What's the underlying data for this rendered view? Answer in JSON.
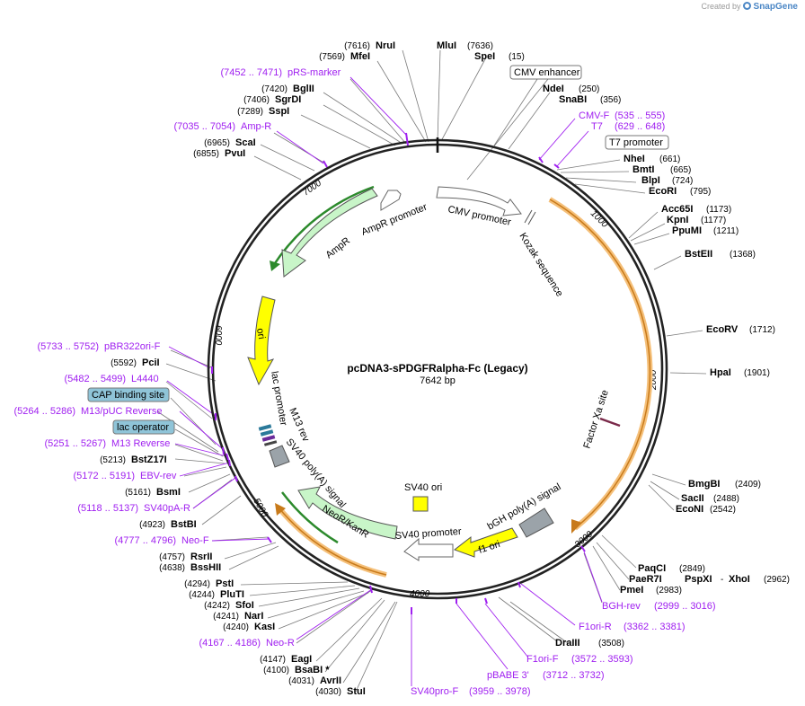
{
  "credit": {
    "prefix": "Created by",
    "brand": "SnapGene"
  },
  "plasmid": {
    "name": "pcDNA3-sPDGFRalpha-Fc (Legacy)",
    "size": "7642 bp",
    "length": 7642
  },
  "colors": {
    "backbone": "#222222",
    "primer": "#a020f0",
    "orange": "#f5a623",
    "green": "#7fd67f",
    "yellow": "#ffff00",
    "gray": "#9ba3a9",
    "white": "#ffffff",
    "box_highlight": "#8fc4d8"
  },
  "icons": [
    "snapgene-logo-icon"
  ],
  "ticks": [
    {
      "label": "1000",
      "pos": 1000
    },
    {
      "label": "2000",
      "pos": 2000
    },
    {
      "label": "3000",
      "pos": 3000
    },
    {
      "label": "4000",
      "pos": 4000
    },
    {
      "label": "5000",
      "pos": 5000
    },
    {
      "label": "6000",
      "pos": 6000
    },
    {
      "label": "7000",
      "pos": 7000
    }
  ],
  "cut_sites": [
    {
      "name": "NruI",
      "pos": "(7616)"
    },
    {
      "name": "MluI",
      "pos": "(7636)"
    },
    {
      "name": "MfeI",
      "pos": "(7569)"
    },
    {
      "name": "SpeI",
      "pos": "(15)"
    },
    {
      "name": "BglII",
      "pos": "(7420)"
    },
    {
      "name": "SgrDI",
      "pos": "(7406)"
    },
    {
      "name": "SspI",
      "pos": "(7289)"
    },
    {
      "name": "NdeI",
      "pos": "(250)"
    },
    {
      "name": "SnaBI",
      "pos": "(356)"
    },
    {
      "name": "ScaI",
      "pos": "(6965)"
    },
    {
      "name": "PvuI",
      "pos": "(6855)"
    },
    {
      "name": "NheI",
      "pos": "(661)"
    },
    {
      "name": "BmtI",
      "pos": "(665)"
    },
    {
      "name": "BlpI",
      "pos": "(724)"
    },
    {
      "name": "EcoRI",
      "pos": "(795)"
    },
    {
      "name": "Acc65I",
      "pos": "(1173)"
    },
    {
      "name": "KpnI",
      "pos": "(1177)"
    },
    {
      "name": "PpuMI",
      "pos": "(1211)"
    },
    {
      "name": "BstEII",
      "pos": "(1368)"
    },
    {
      "name": "EcoRV",
      "pos": "(1712)"
    },
    {
      "name": "HpaI",
      "pos": "(1901)"
    },
    {
      "name": "PciI",
      "pos": "(5592)"
    },
    {
      "name": "BstZ17I",
      "pos": "(5213)"
    },
    {
      "name": "BsmI",
      "pos": "(5161)"
    },
    {
      "name": "BstBI",
      "pos": "(4923)"
    },
    {
      "name": "BmgBI",
      "pos": "(2409)"
    },
    {
      "name": "SacII",
      "pos": "(2488)"
    },
    {
      "name": "EcoNI",
      "pos": "(2542)"
    },
    {
      "name": "RsrII",
      "pos": "(4757)"
    },
    {
      "name": "BssHII",
      "pos": "(4638)"
    },
    {
      "name": "PaqCI",
      "pos": "(2849)"
    },
    {
      "name": "PaeR7I",
      "pos": ""
    },
    {
      "name": "PspXI",
      "pos": "- "
    },
    {
      "name": "XhoI",
      "pos": "(2962)"
    },
    {
      "name": "PmeI",
      "pos": "(2983)"
    },
    {
      "name": "PstI",
      "pos": "(4294)"
    },
    {
      "name": "PluTI",
      "pos": "(4244)"
    },
    {
      "name": "SfoI",
      "pos": "(4242)"
    },
    {
      "name": "NarI",
      "pos": "(4241)"
    },
    {
      "name": "KasI",
      "pos": "(4240)"
    },
    {
      "name": "DraIII",
      "pos": "(3508)"
    },
    {
      "name": "EagI",
      "pos": "(4147)"
    },
    {
      "name": "BsaBI *",
      "pos": "(4100)"
    },
    {
      "name": "AvrII",
      "pos": "(4031)"
    },
    {
      "name": "StuI",
      "pos": "(4030)"
    }
  ],
  "primers": [
    {
      "name": "pRS-marker",
      "range": "(7452 .. 7471)"
    },
    {
      "name": "Amp-R",
      "range": "(7035 .. 7054)"
    },
    {
      "name": "CMV-F",
      "range": "(535 .. 555)"
    },
    {
      "name": "T7",
      "range": "(629 .. 648)"
    },
    {
      "name": "pBR322ori-F",
      "range": "(5733 .. 5752)"
    },
    {
      "name": "L4440",
      "range": "(5482 .. 5499)"
    },
    {
      "name": "M13/pUC Reverse",
      "range": "(5264 .. 5286)"
    },
    {
      "name": "M13 Reverse",
      "range": "(5251 .. 5267)"
    },
    {
      "name": "EBV-rev",
      "range": "(5172 .. 5191)"
    },
    {
      "name": "SV40pA-R",
      "range": "(5118 .. 5137)"
    },
    {
      "name": "Neo-F",
      "range": "(4777 .. 4796)"
    },
    {
      "name": "BGH-rev",
      "range": "(2999 .. 3016)"
    },
    {
      "name": "F1ori-R",
      "range": "(3362 .. 3381)"
    },
    {
      "name": "F1ori-F",
      "range": "(3572 .. 3593)"
    },
    {
      "name": "pBABE 3'",
      "range": "(3712 .. 3732)"
    },
    {
      "name": "SV40pro-F",
      "range": "(3959 .. 3978)"
    },
    {
      "name": "Neo-R",
      "range": "(4167 .. 4186)"
    }
  ],
  "boxed_features": [
    {
      "name": "CMV enhancer"
    },
    {
      "name": "T7 promoter"
    },
    {
      "name": "CAP binding site"
    },
    {
      "name": "lac operator"
    }
  ],
  "features": [
    {
      "name": "CMV promoter"
    },
    {
      "name": "Kozak sequence"
    },
    {
      "name": "AmpR promoter"
    },
    {
      "name": "AmpR"
    },
    {
      "name": "ori"
    },
    {
      "name": "lac promoter"
    },
    {
      "name": "M13 rev"
    },
    {
      "name": "SV40 poly(A) signal"
    },
    {
      "name": "NeoR/KanR"
    },
    {
      "name": "SV40 promoter"
    },
    {
      "name": "SV40 ori"
    },
    {
      "name": "f1 ori"
    },
    {
      "name": "bGH poly(A) signal"
    },
    {
      "name": "Factor Xa site"
    }
  ]
}
